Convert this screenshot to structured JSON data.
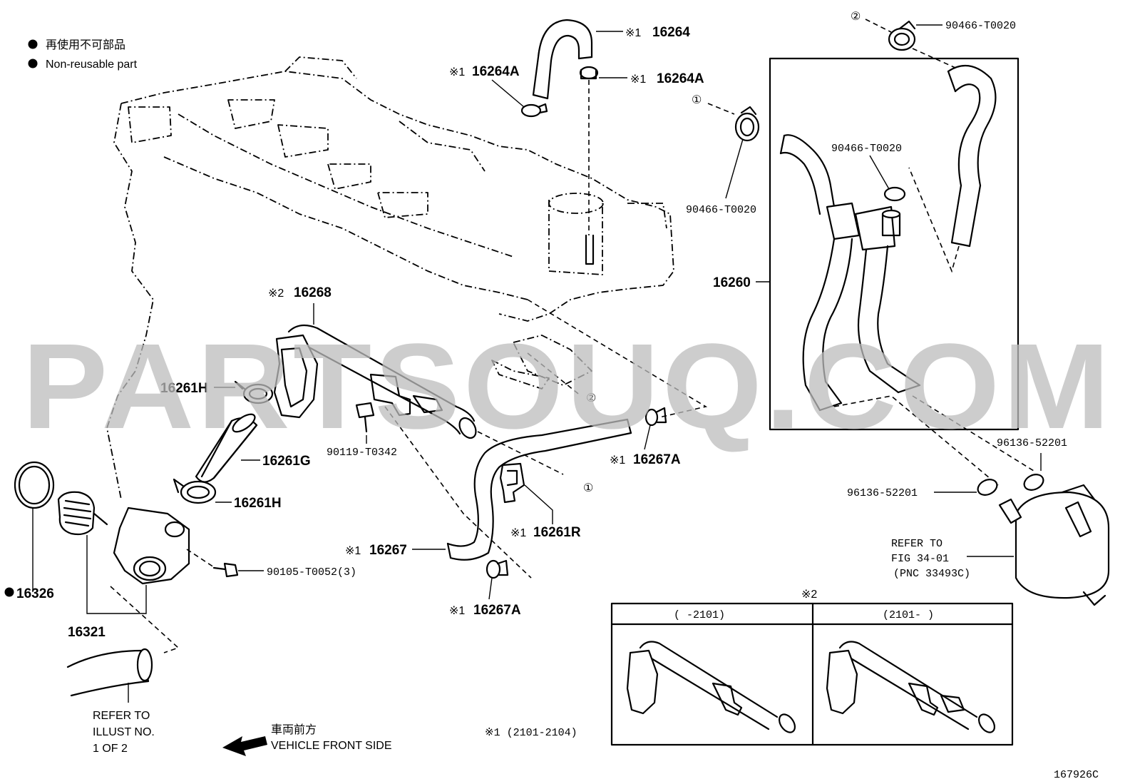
{
  "legend": {
    "jp": "再使用不可部品",
    "en": "Non-reusable part"
  },
  "watermark": "PARTSOUQ.COM",
  "figure_id": "167926C",
  "front_side": {
    "jp": "車両前方",
    "en": "VEHICLE FRONT SIDE"
  },
  "refer_illust": {
    "line1": "REFER TO",
    "line2": "ILLUST NO.",
    "line3": "1 OF 2"
  },
  "refer_fig": {
    "line1": "REFER TO",
    "line2": "FIG 34-01",
    "line3": "(PNC 33493C)"
  },
  "note_mark1": "※1 (2101-2104)",
  "variants": {
    "mark": "※2",
    "left": "(      -2101)",
    "right": "(2101-      )"
  },
  "marks": {
    "m1": "※1",
    "m2": "※2",
    "c1": "①",
    "c2": "②"
  },
  "parts": {
    "p16264": "16264",
    "p16264A": "16264A",
    "p16268": "16268",
    "p16261H": "16261H",
    "p16261G": "16261G",
    "p16267A": "16267A",
    "p16267": "16267",
    "p16261R": "16261R",
    "p16326": "16326",
    "p16321": "16321",
    "p16260": "16260",
    "p90466": "90466-T0020",
    "p90119": "90119-T0342",
    "p90105": "90105-T0052(3)",
    "p96136": "96136-52201"
  }
}
